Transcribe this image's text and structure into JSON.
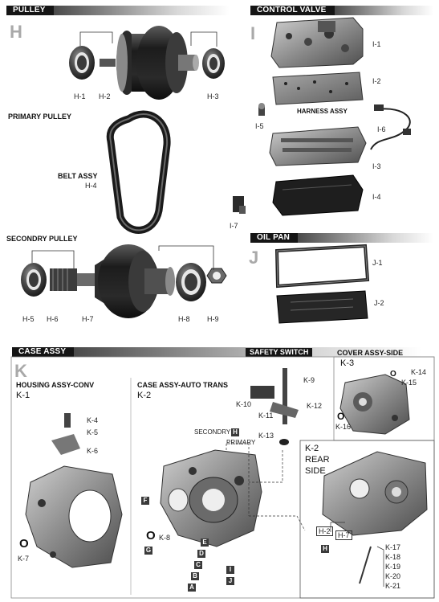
{
  "sections": {
    "pulley": "PULLEY",
    "control_valve": "CONTROL VALVE",
    "oil_pan": "OIL PAN",
    "case_assy": "CASE ASSY",
    "safety_switch": "SAFETY SWITCH"
  },
  "group_letters": {
    "h": "H",
    "i": "I",
    "j": "J",
    "k": "K"
  },
  "subheads": {
    "primary_pulley": "PRIMARY PULLEY",
    "secondry_pulley": "SECONDRY PULLEY",
    "belt_assy": "BELT ASSY",
    "harness_assy": "HARNESS ASSY",
    "housing_assy_conv": "HOUSING ASSY-CONV",
    "case_assy_auto_trans": "CASE ASSY-AUTO TRANS",
    "cover_assy_side": "COVER ASSY-SIDE",
    "secondry": "SECONDRY",
    "primary": "PRIMARY",
    "k2_rear": "K-2",
    "rear": "REAR",
    "side": "SIDE"
  },
  "codes": {
    "k1": "K-1",
    "k2": "K-2",
    "k3": "K-3"
  },
  "part_labels": {
    "h1": "H-1",
    "h2": "H-2",
    "h3": "H-3",
    "h4": "H-4",
    "h5": "H-5",
    "h6": "H-6",
    "h7": "H-7",
    "h8": "H-8",
    "h9": "H-9",
    "i1": "I-1",
    "i2": "I-2",
    "i3": "I-3",
    "i4": "I-4",
    "i5": "I-5",
    "i6": "I-6",
    "i7": "I-7",
    "j1": "J-1",
    "j2": "J-2",
    "k4": "K-4",
    "k5": "K-5",
    "k6": "K-6",
    "k7": "K-7",
    "k8": "K-8",
    "k9": "K-9",
    "k10": "K-10",
    "k11": "K-11",
    "k12": "K-12",
    "k13": "K-13",
    "k14": "K-14",
    "k15": "K-15",
    "k16": "K-16",
    "k17": "K-17",
    "k18": "K-18",
    "k19": "K-19",
    "k20": "K-20",
    "k21": "K-21",
    "h2_rear": "H-2",
    "h7_rear": "H-7"
  },
  "markers": {
    "f": "F",
    "g": "G",
    "e": "E",
    "d": "D",
    "c": "C",
    "b": "B",
    "a": "A",
    "i": "I",
    "j": "J",
    "h_sec": "H",
    "h_rear": "H"
  },
  "ring_glyph": "O",
  "colors": {
    "bar": "#151515",
    "letter": "#a9a9a9",
    "part_dark": "#2b2b2b",
    "part_mid": "#6a6a6a"
  }
}
